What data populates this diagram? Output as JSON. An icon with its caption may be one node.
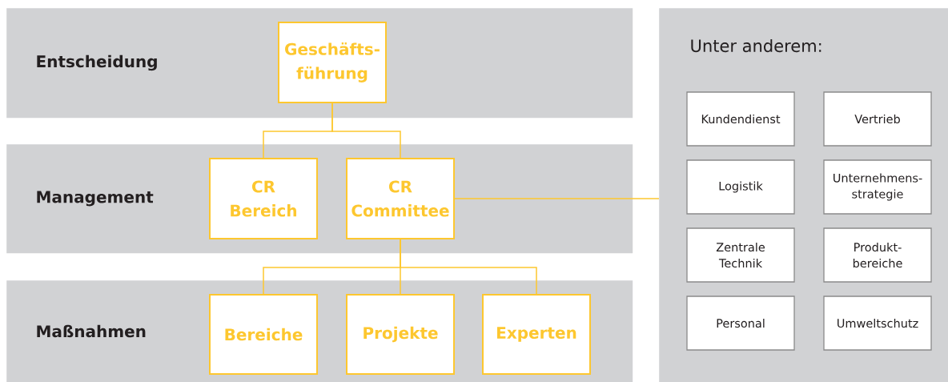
{
  "diagram": {
    "nodes": [
      {
        "text": [
          "Entscheidung"
        ]
      },
      {
        "text": [
          "Geschäfts-führung"
        ],
        "in": 0
      },
      {
        "text": [
          "Management"
        ]
      },
      {
        "text": [
          "CR Bereich"
        ],
        "in": 2
      },
      {
        "text": [
          "CR Committee"
        ],
        "in": 2
      },
      {
        "text": [
          "Maßnahmen"
        ]
      },
      {
        "text": [
          "Bereiche"
        ],
        "in": 5
      },
      {
        "text": [
          "Projekte"
        ],
        "in": 5
      },
      {
        "text": [
          "Experten"
        ],
        "in": 5
      },
      {
        "text": [
          "Unter anderem:"
        ]
      },
      {
        "text": [
          "Kundendienst"
        ],
        "in": 9
      },
      {
        "text": [
          "Vertrieb"
        ],
        "in": 9
      },
      {
        "text": [
          "Logistik"
        ],
        "in": 9
      },
      {
        "text": [
          "Unternehmens-strategie"
        ],
        "in": 9
      },
      {
        "text": [
          "Zentrale Technik"
        ],
        "in": 9
      },
      {
        "text": [
          "Produkt-bereiche"
        ],
        "in": 9
      },
      {
        "text": [
          "Personal"
        ],
        "in": 9
      },
      {
        "text": [
          "Umweltschutz"
        ],
        "in": 9
      }
    ],
    "edges": [
      {
        "from": 1,
        "to": 3,
        "arrow": "none"
      },
      {
        "from": 1,
        "to": 4,
        "arrow": "none"
      },
      {
        "from": 4,
        "to": 6,
        "arrow": "none"
      },
      {
        "from": 4,
        "to": 7,
        "arrow": "none"
      },
      {
        "from": 4,
        "to": 8,
        "arrow": "none"
      },
      {
        "from": 4,
        "to": 9,
        "arrow": "none"
      }
    ]
  }
}
